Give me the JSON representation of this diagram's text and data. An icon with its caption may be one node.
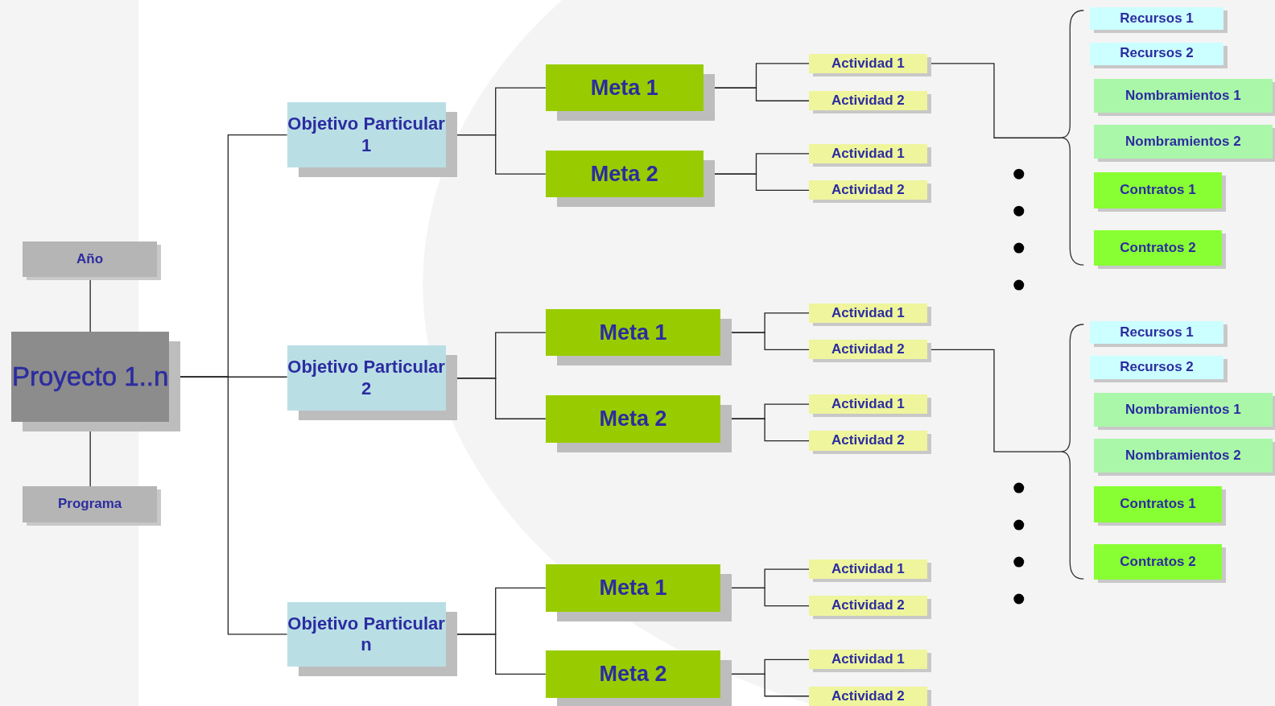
{
  "diagram": {
    "nodes": [
      {
        "text": [
          "Proyecto 1..n"
        ]
      },
      {
        "text": [
          "Año"
        ]
      },
      {
        "text": [
          "Programa"
        ]
      },
      {
        "text": [
          "Objetivo Particular 1"
        ]
      },
      {
        "text": [
          "Meta 1"
        ]
      },
      {
        "text": [
          "Meta 2"
        ]
      },
      {
        "text": [
          "Actividad 1"
        ]
      },
      {
        "text": [
          "Actividad 2"
        ]
      },
      {
        "text": [
          "Actividad 1"
        ]
      },
      {
        "text": [
          "Actividad 2"
        ]
      },
      {
        "text": [
          "Objetivo Particular 2"
        ]
      },
      {
        "text": [
          "Meta 1"
        ]
      },
      {
        "text": [
          "Meta 2"
        ]
      },
      {
        "text": [
          "Actividad 1"
        ]
      },
      {
        "text": [
          "Actividad 2"
        ]
      },
      {
        "text": [
          "Actividad 1"
        ]
      },
      {
        "text": [
          "Actividad 2"
        ]
      },
      {
        "text": [
          "Objetivo Particular n"
        ]
      },
      {
        "text": [
          "Meta 1"
        ]
      },
      {
        "text": [
          "Meta 2"
        ]
      },
      {
        "text": [
          "Actividad 1"
        ]
      },
      {
        "text": [
          "Actividad 2"
        ]
      },
      {
        "text": [
          "Actividad 1"
        ]
      },
      {
        "text": [
          "Actividad 2"
        ]
      },
      {
        "text": [],
        "shape": "brace"
      },
      {
        "text": [
          "Recursos 1"
        ]
      },
      {
        "text": [
          "Recursos 2"
        ]
      },
      {
        "text": [
          "Nombramientos 1"
        ]
      },
      {
        "text": [
          "Nombramientos 2"
        ]
      },
      {
        "text": [
          "Contratos 1"
        ]
      },
      {
        "text": [
          "Contratos 2"
        ]
      },
      {
        "text": [],
        "shape": "brace"
      },
      {
        "text": [
          "Recursos 1"
        ]
      },
      {
        "text": [
          "Recursos 2"
        ]
      },
      {
        "text": [
          "Nombramientos 1"
        ]
      },
      {
        "text": [
          "Nombramientos 2"
        ]
      },
      {
        "text": [
          "Contratos 1"
        ]
      },
      {
        "text": [
          "Contratos 2"
        ]
      }
    ],
    "edges": [
      {
        "from": 0,
        "to": 1,
        "arrow": "none"
      },
      {
        "from": 0,
        "to": 2,
        "arrow": "none"
      },
      {
        "from": 0,
        "to": 3,
        "arrow": "none"
      },
      {
        "from": 0,
        "to": 10,
        "arrow": "none"
      },
      {
        "from": 0,
        "to": 17,
        "arrow": "none"
      },
      {
        "from": 3,
        "to": 4,
        "arrow": "none"
      },
      {
        "from": 3,
        "to": 5,
        "arrow": "none"
      },
      {
        "from": 4,
        "to": 6,
        "arrow": "none"
      },
      {
        "from": 4,
        "to": 7,
        "arrow": "none"
      },
      {
        "from": 5,
        "to": 8,
        "arrow": "none"
      },
      {
        "from": 5,
        "to": 9,
        "arrow": "none"
      },
      {
        "from": 10,
        "to": 11,
        "arrow": "none"
      },
      {
        "from": 10,
        "to": 12,
        "arrow": "none"
      },
      {
        "from": 11,
        "to": 13,
        "arrow": "none"
      },
      {
        "from": 11,
        "to": 14,
        "arrow": "none"
      },
      {
        "from": 12,
        "to": 15,
        "arrow": "none"
      },
      {
        "from": 12,
        "to": 16,
        "arrow": "none"
      },
      {
        "from": 17,
        "to": 18,
        "arrow": "none"
      },
      {
        "from": 17,
        "to": 19,
        "arrow": "none"
      },
      {
        "from": 18,
        "to": 20,
        "arrow": "none"
      },
      {
        "from": 18,
        "to": 21,
        "arrow": "none"
      },
      {
        "from": 19,
        "to": 22,
        "arrow": "none"
      },
      {
        "from": 19,
        "to": 23,
        "arrow": "none"
      },
      {
        "from": 6,
        "to": 24,
        "arrow": "none"
      },
      {
        "from": 14,
        "to": 31,
        "arrow": "none"
      }
    ]
  }
}
